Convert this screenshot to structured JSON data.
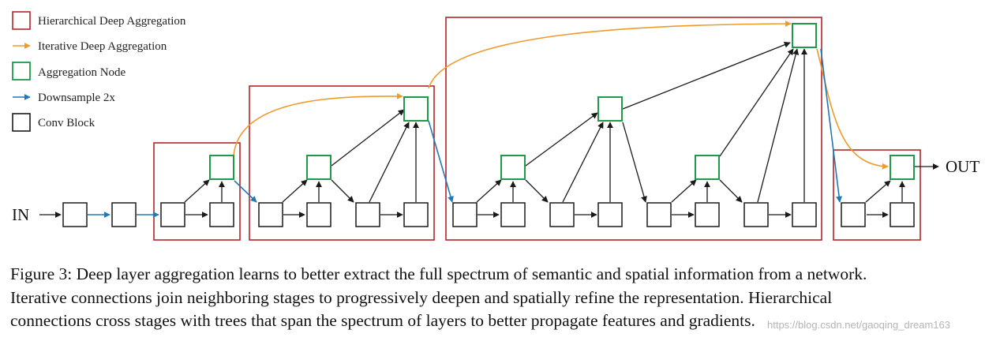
{
  "legend": {
    "hda": "Hierarchical Deep Aggregation",
    "ida": "Iterative Deep Aggregation",
    "agg_node": "Aggregation Node",
    "downsample": "Downsample 2x",
    "conv": "Conv Block"
  },
  "labels": {
    "input": "IN",
    "output": "OUT"
  },
  "colors": {
    "hda": "#b5252a",
    "ida": "#f09a2c",
    "agg": "#1e9a4a",
    "down": "#2277b5",
    "conv": "#1a1a1a"
  },
  "caption": {
    "line1": "Figure 3: Deep layer aggregation learns to better extract the full spectrum of semantic and spatial information from a network.",
    "line2": "Iterative connections join neighboring stages to progressively deepen and spatially refine the representation. Hierarchical",
    "line3": "connections cross stages with trees that span the spectrum of layers to better propagate features and gradients."
  },
  "watermark": "https://blog.csdn.net/gaoqing_dream163"
}
